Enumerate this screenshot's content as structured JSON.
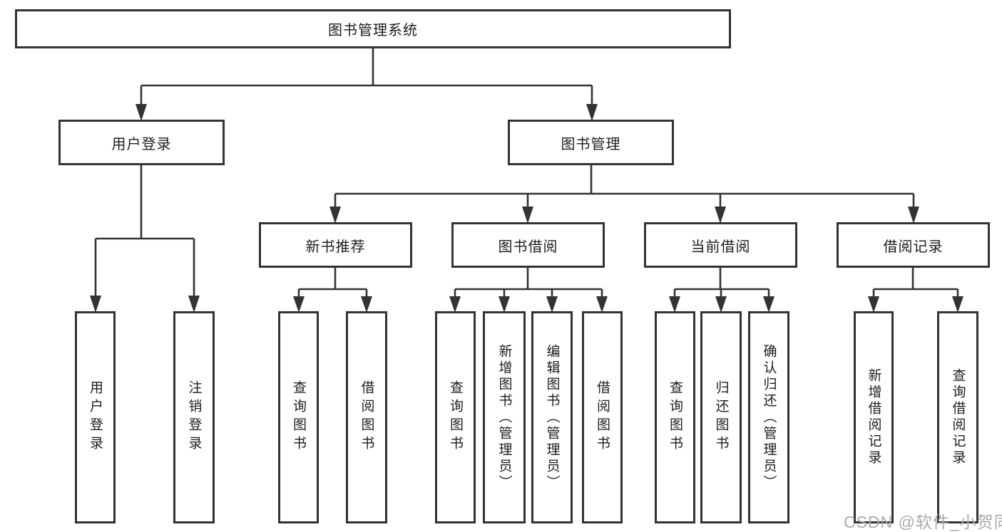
{
  "diagram": {
    "title": "图书管理系统",
    "tree": {
      "label": "图书管理系统",
      "children": [
        {
          "label": "用户登录",
          "children": [
            {
              "label": "用户登录"
            },
            {
              "label": "注销登录"
            }
          ]
        },
        {
          "label": "图书管理",
          "children": [
            {
              "label": "新书推荐",
              "children": [
                {
                  "label": "查询图书"
                },
                {
                  "label": "借阅图书"
                }
              ]
            },
            {
              "label": "图书借阅",
              "children": [
                {
                  "label": "查询图书"
                },
                {
                  "label": "新增图书（管理员）"
                },
                {
                  "label": "编辑图书（管理员）"
                },
                {
                  "label": "借阅图书"
                }
              ]
            },
            {
              "label": "当前借阅",
              "children": [
                {
                  "label": "查询图书"
                },
                {
                  "label": "归还图书"
                },
                {
                  "label": "确认归还（管理员）"
                }
              ]
            },
            {
              "label": "借阅记录",
              "children": [
                {
                  "label": "新增借阅记录"
                },
                {
                  "label": "查询借阅记录"
                }
              ]
            }
          ]
        }
      ]
    },
    "colors": {
      "line": "#333333",
      "box_border": "#333333",
      "box_background": "#ffffff",
      "text": "#1d1d1f",
      "watermark": "#ababab"
    }
  },
  "watermark": {
    "text": "CSDN @软件_小贺同学"
  }
}
